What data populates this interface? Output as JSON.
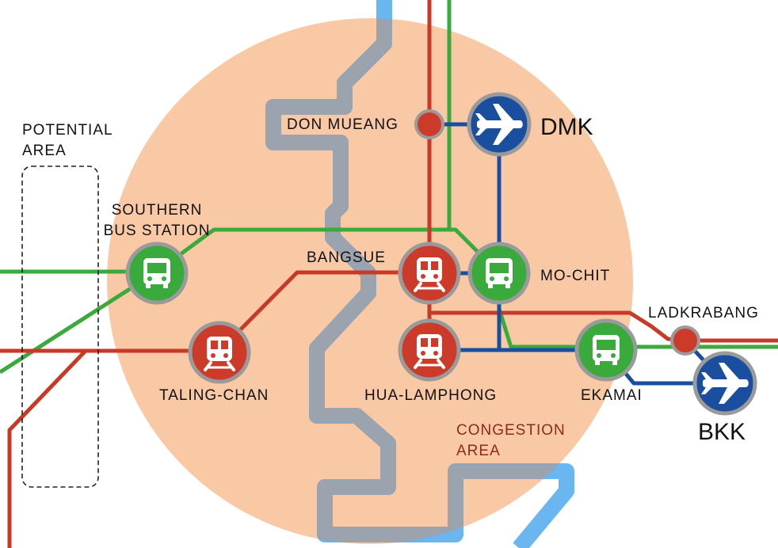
{
  "colors": {
    "red_line": "#c83a28",
    "green_line": "#3aaa3c",
    "blue_line": "#1a4fa0",
    "river": "#6ab6f0",
    "river_inside": "#9aa3ae",
    "congestion_fill": "#f9c9a6",
    "station_red": "#cc3a2a",
    "station_green": "#3aaa3c",
    "airport": "#1a4fa0",
    "ring": "#9a9a9a"
  },
  "labels": {
    "potential_area": [
      "POTENTIAL",
      "AREA"
    ],
    "southern_bus_station": [
      "SOUTHERN",
      "BUS STATION"
    ],
    "don_mueang": "DON MUEANG",
    "dmk": "DMK",
    "bangsue": "BANGSUE",
    "mo_chit": "MO-CHIT",
    "ladkrabang": "LADKRABANG",
    "taling_chan": "TALING-CHAN",
    "hua_lamphong": "HUA-LAMPHONG",
    "ekamai": "EKAMAI",
    "bkk": "BKK",
    "congestion_area": [
      "CONGESTION",
      "AREA"
    ]
  },
  "icons": {
    "bus": "bus-icon",
    "train": "train-icon",
    "plane": "airplane-icon",
    "stop": "station-dot-icon"
  }
}
